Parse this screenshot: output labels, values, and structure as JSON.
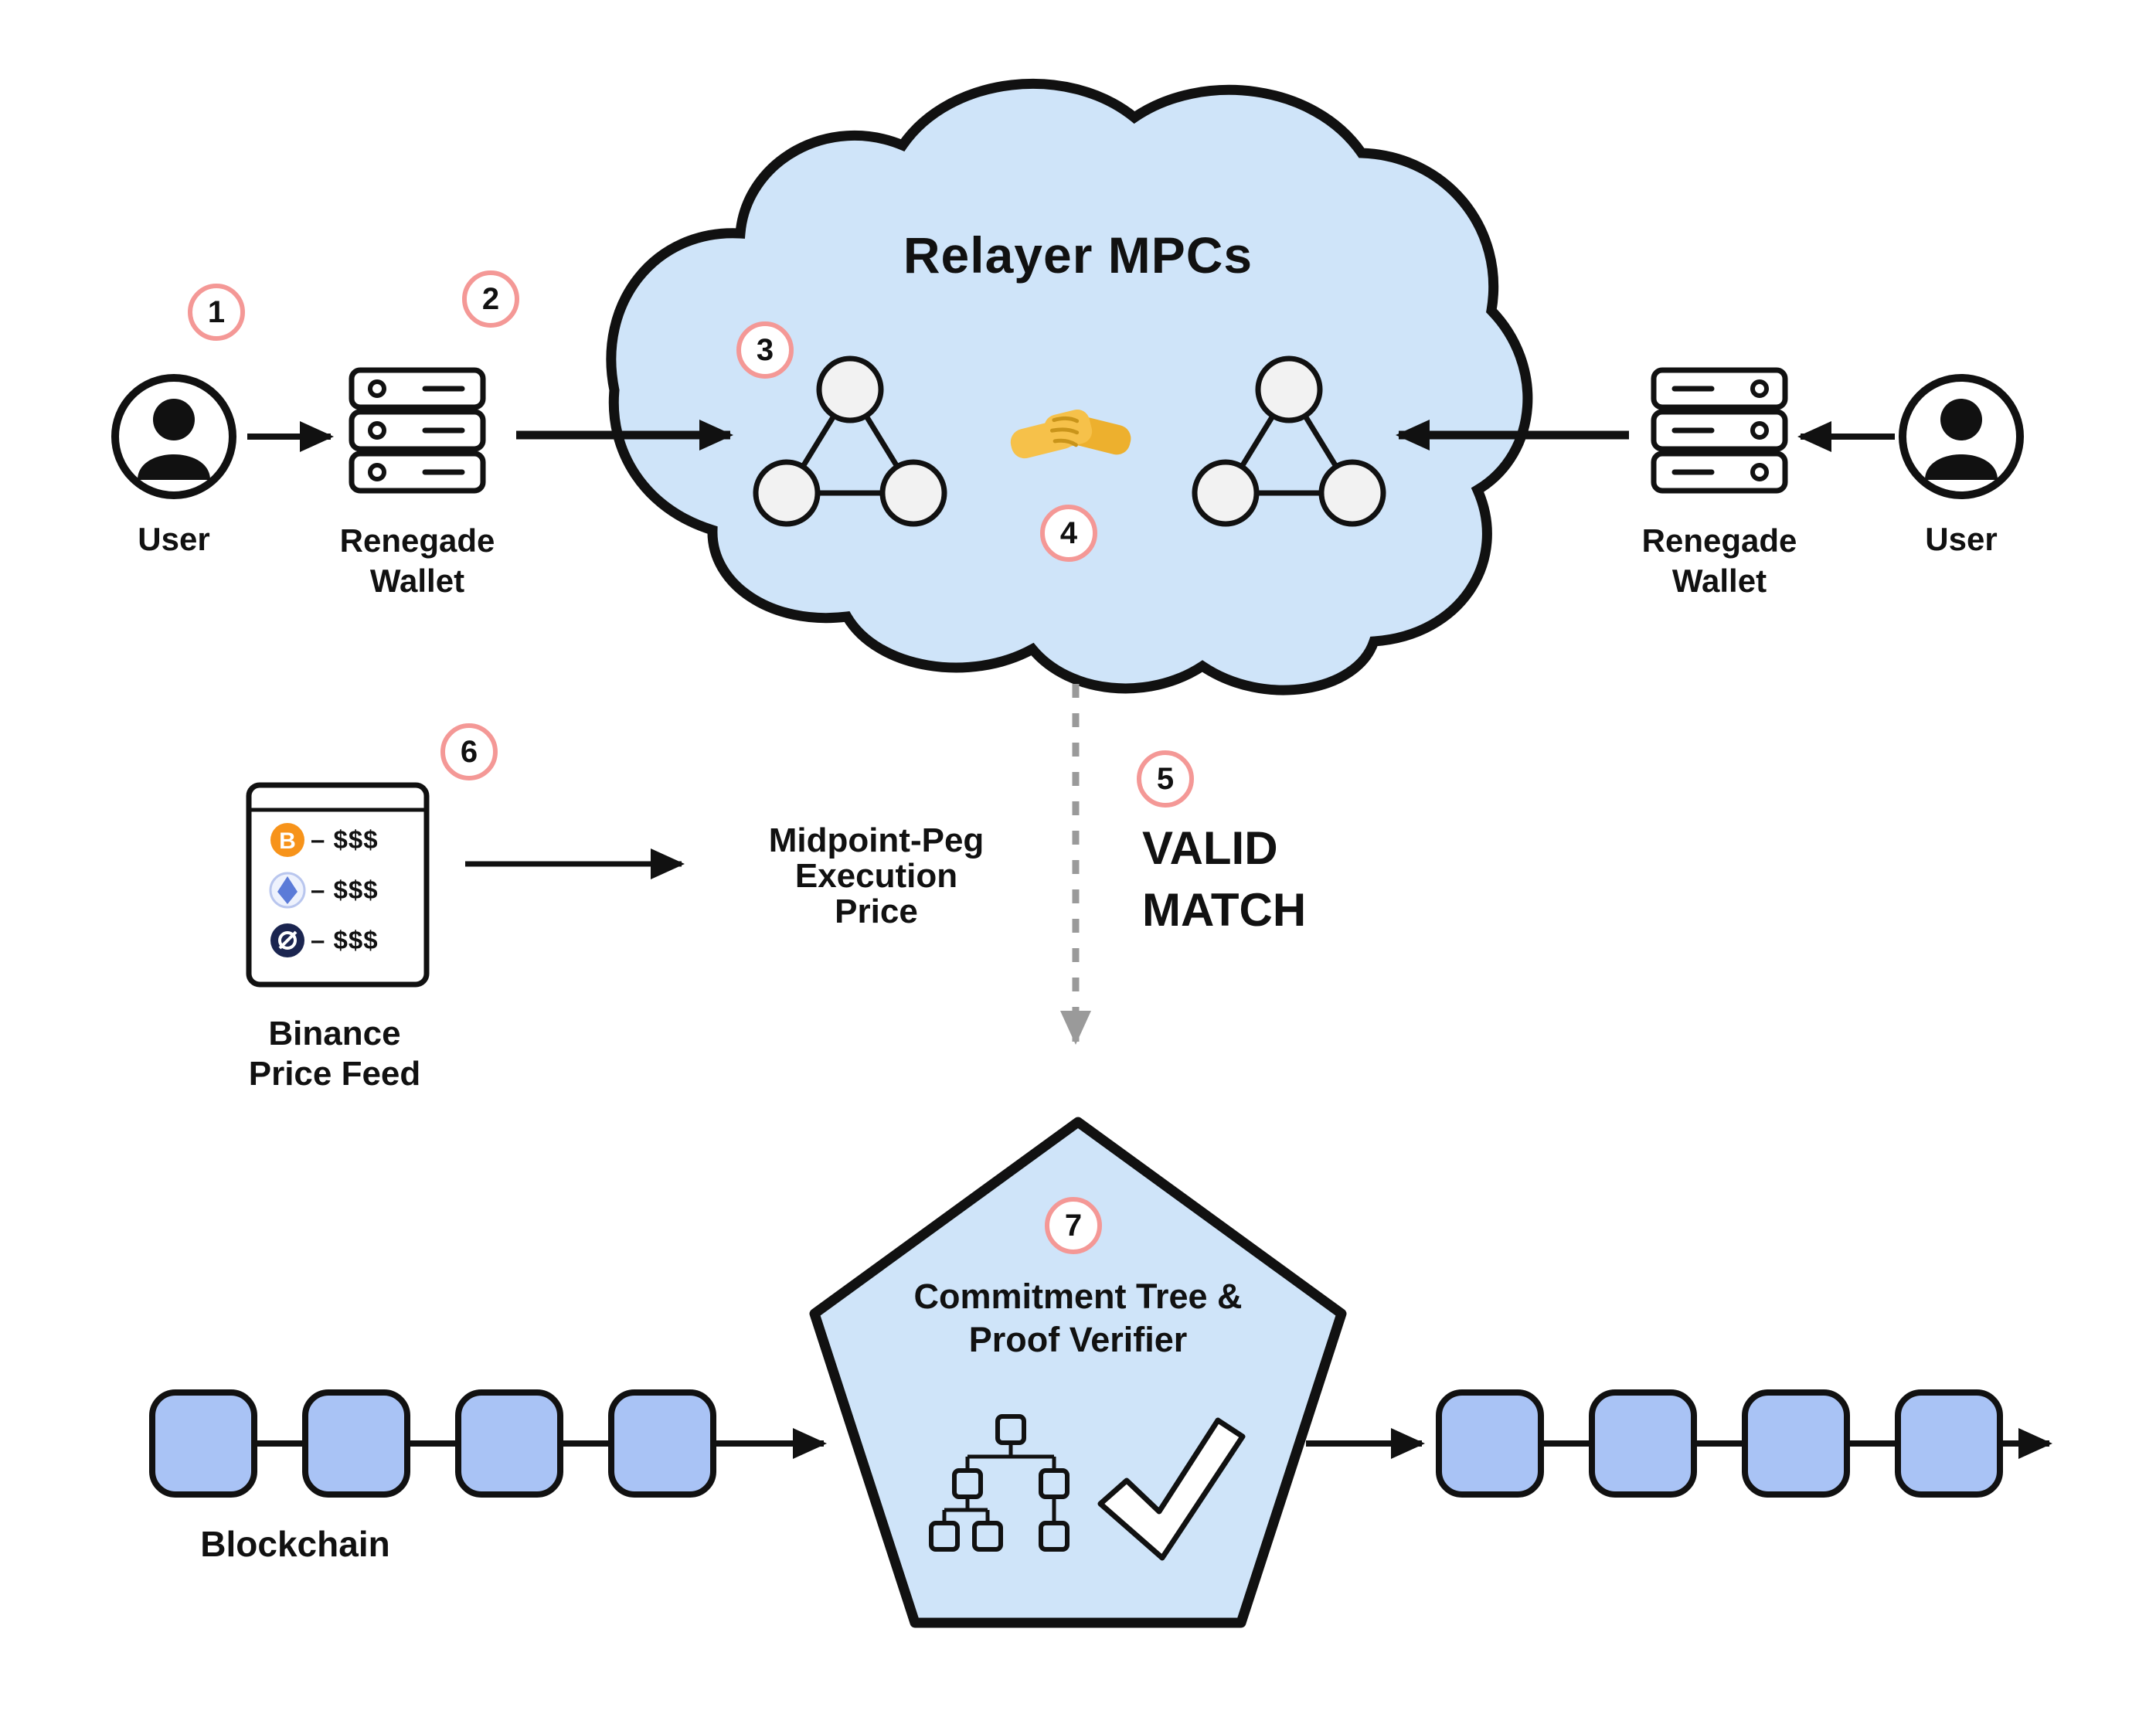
{
  "title": "Relayer MPCs",
  "badges": [
    "1",
    "2",
    "3",
    "4",
    "5",
    "6",
    "7"
  ],
  "left_flow": {
    "user_label": "User",
    "wallet_label_line1": "Renegade",
    "wallet_label_line2": "Wallet"
  },
  "right_flow": {
    "user_label": "User",
    "wallet_label_line1": "Renegade",
    "wallet_label_line2": "Wallet"
  },
  "valid_match": {
    "line1": "VALID",
    "line2": "MATCH"
  },
  "midpoint_peg": {
    "line1": "Midpoint-Peg",
    "line2": "Execution",
    "line3": "Price"
  },
  "price_feed": {
    "label_line1": "Binance",
    "label_line2": "Price Feed",
    "rows": [
      {
        "coin": "bitcoin",
        "text": "– $$$"
      },
      {
        "coin": "ethereum",
        "text": "– $$$"
      },
      {
        "coin": "token",
        "text": "– $$$"
      }
    ]
  },
  "pentagon": {
    "line1": "Commitment Tree &",
    "line2": "Proof Verifier"
  },
  "blockchain_label": "Blockchain",
  "colors": {
    "cloud_fill": "#cfe4f9",
    "outline": "#111111",
    "block_fill": "#a9c3f5",
    "badge_border": "#f49896",
    "dashed_arrow": "#9a9a9a",
    "mpc_node_fill": "#f2f2f2",
    "bitcoin_orange": "#f7931a",
    "eth_blue": "#5b7bd8",
    "token_navy": "#1b2550",
    "handshake_yellow": "#f6c14a"
  }
}
